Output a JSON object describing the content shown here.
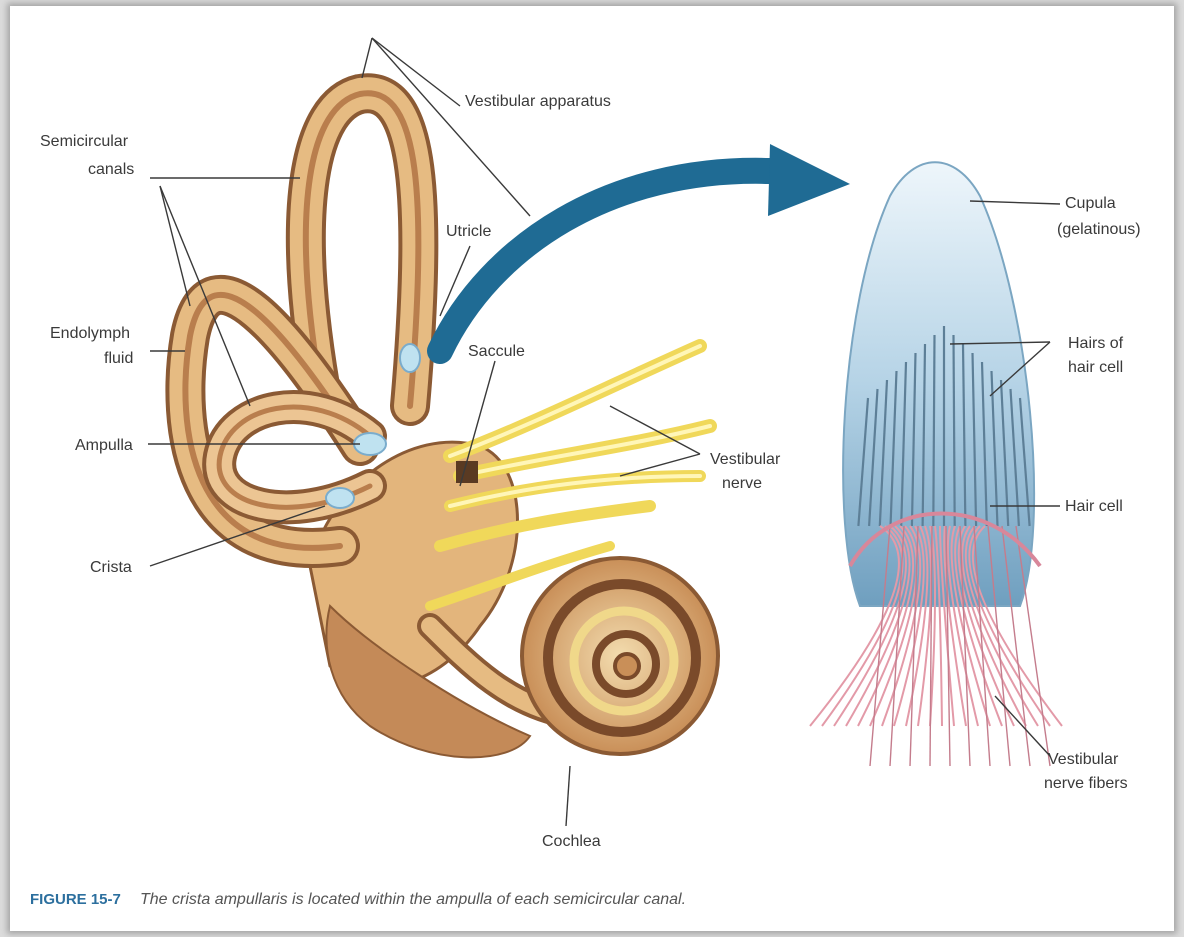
{
  "labels": {
    "vestibular_apparatus": "Vestibular apparatus",
    "semicircular_canals_1": "Semicircular",
    "semicircular_canals_2": "canals",
    "utricle": "Utricle",
    "endolymph_1": "Endolymph",
    "endolymph_2": "fluid",
    "saccule": "Saccule",
    "ampulla": "Ampulla",
    "vestibular_nerve_1": "Vestibular",
    "vestibular_nerve_2": "nerve",
    "crista": "Crista",
    "cochlea": "Cochlea",
    "cupula_1": "Cupula",
    "cupula_2": "(gelatinous)",
    "hairs_1": "Hairs of",
    "hairs_2": "hair cell",
    "hair_cell": "Hair cell",
    "vest_fibers_1": "Vestibular",
    "vest_fibers_2": "nerve fibers"
  },
  "caption": {
    "figure_label": "FIGURE 15-7",
    "text": "The crista ampullaris is located within the ampulla of each semicircular canal."
  },
  "colors": {
    "canal": "#d9a866",
    "canal_dark": "#8b5a34",
    "nerve": "#f2e27a",
    "arrow": "#1f6b94",
    "cupula": "#9ec3dc",
    "hair_fibers": "#e39aa8"
  }
}
